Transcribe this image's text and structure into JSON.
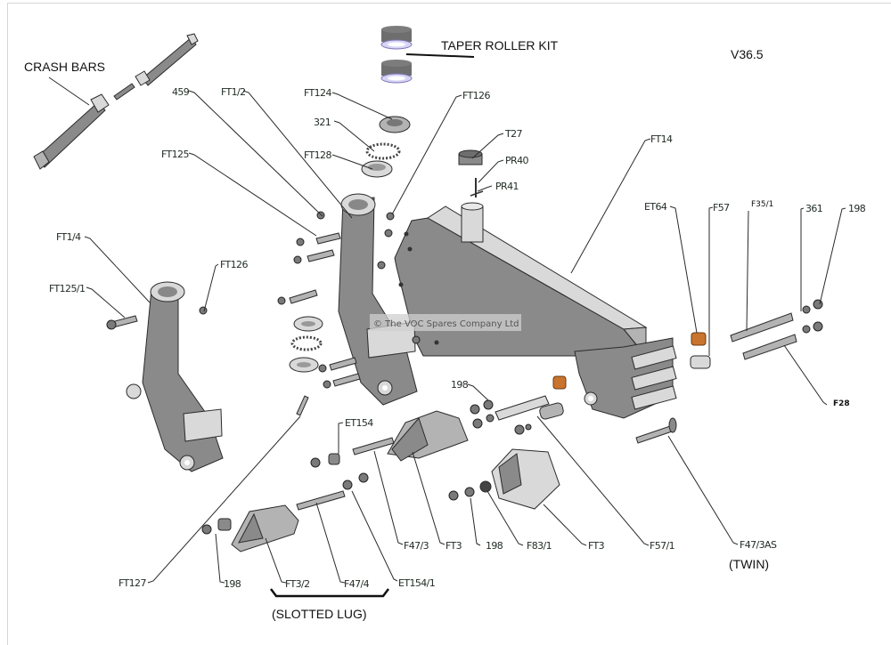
{
  "diagram": {
    "title_code": "V36.5",
    "copyright": "© The VOC Spares Company Ltd",
    "callouts": {
      "crash_bars": "CRASH BARS",
      "taper_roller_kit": "TAPER ROLLER KIT",
      "slotted_lug": "(SLOTTED LUG)",
      "twin": "(TWIN)"
    },
    "labels": {
      "l459": "459",
      "ft1_2": "FT1/2",
      "ft124": "FT124",
      "ft126_top": "FT126",
      "l321": "321",
      "ft128": "FT128",
      "ft125": "FT125",
      "t27": "T27",
      "pr40": "PR40",
      "pr41": "PR41",
      "ft14": "FT14",
      "et64": "ET64",
      "f57": "F57",
      "f35_1": "F35/1",
      "l361": "361",
      "l198_right": "198",
      "ft1_4": "FT1/4",
      "ft126_left": "FT126",
      "ft125_1": "FT125/1",
      "f28": "F28",
      "l198_mid": "198",
      "et154": "ET154",
      "ft127": "FT127",
      "l198_bottom": "198",
      "ft3_2": "FT3/2",
      "f47_4": "F47/4",
      "et154_1": "ET154/1",
      "f47_3": "F47/3",
      "ft3_a": "FT3",
      "l198_lower": "198",
      "f83_1": "F83/1",
      "ft3_b": "FT3",
      "f57_1": "F57/1",
      "f47_3as": "F47/3AS"
    },
    "colors": {
      "bushing": "#c9742e",
      "bearing_ring": "#d8d4f5",
      "line": "#2a2a2a",
      "steel": "#9a9a9a"
    }
  }
}
